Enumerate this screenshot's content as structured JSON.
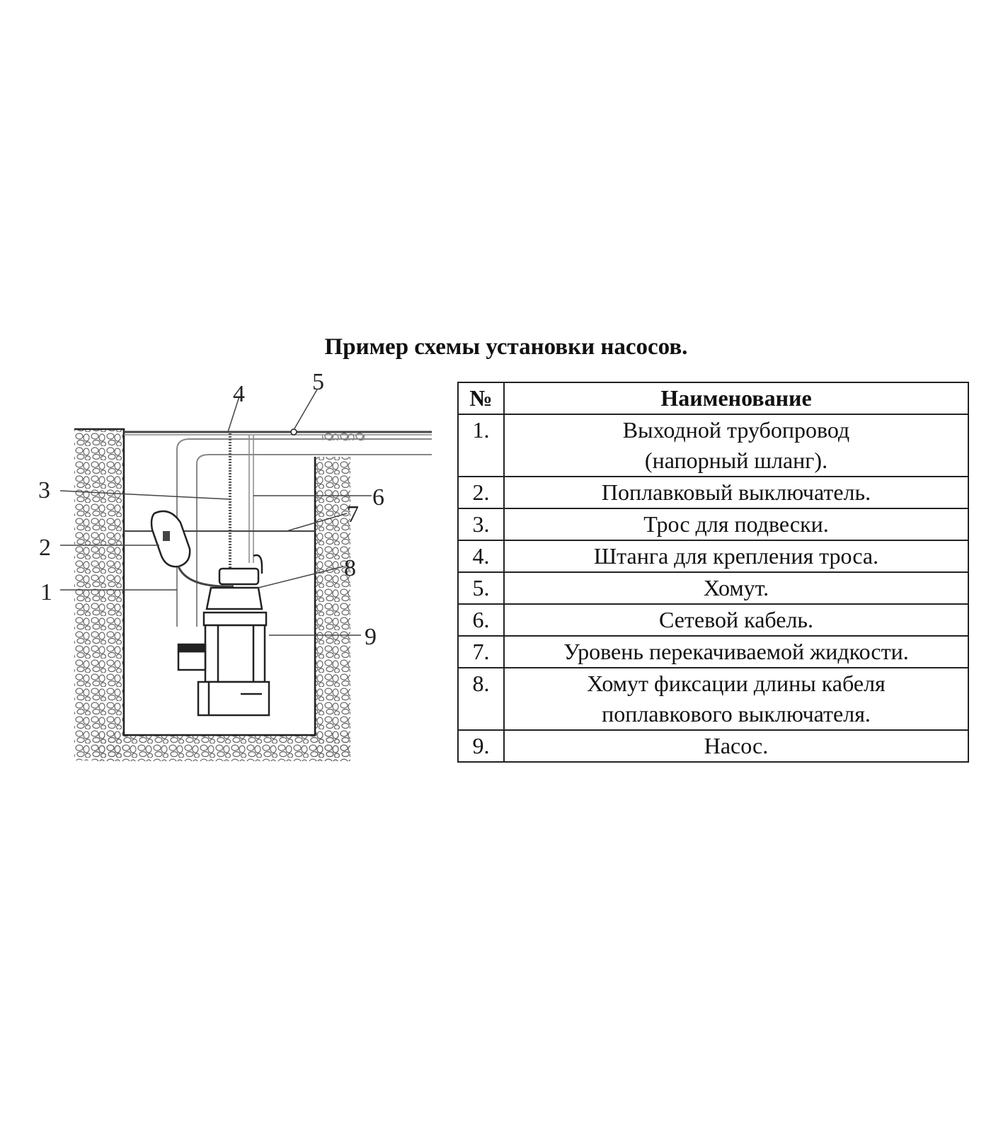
{
  "title": "Пример схемы установки насосов.",
  "table": {
    "headers": {
      "number": "№",
      "name": "Наименование"
    },
    "rows": [
      {
        "number": "1.",
        "lines": [
          "Выходной трубопровод",
          "(напорный шланг)."
        ]
      },
      {
        "number": "2.",
        "lines": [
          "Поплавковый выключатель."
        ]
      },
      {
        "number": "3.",
        "lines": [
          "Трос для подвески."
        ]
      },
      {
        "number": "4.",
        "lines": [
          "Штанга для крепления троса."
        ]
      },
      {
        "number": "5.",
        "lines": [
          "Хомут."
        ]
      },
      {
        "number": "6.",
        "lines": [
          "Сетевой кабель."
        ]
      },
      {
        "number": "7.",
        "lines": [
          "Уровень перекачиваемой жидкости."
        ]
      },
      {
        "number": "8.",
        "lines": [
          "Хомут фиксации длины кабеля",
          "поплавкового выключателя."
        ]
      },
      {
        "number": "9.",
        "lines": [
          "Насос."
        ]
      }
    ]
  },
  "diagram": {
    "callouts": [
      "1",
      "2",
      "3",
      "4",
      "5",
      "6",
      "7",
      "8",
      "9"
    ]
  },
  "colors": {
    "ink": "#222222",
    "pipe": "#888888",
    "background": "#ffffff"
  }
}
